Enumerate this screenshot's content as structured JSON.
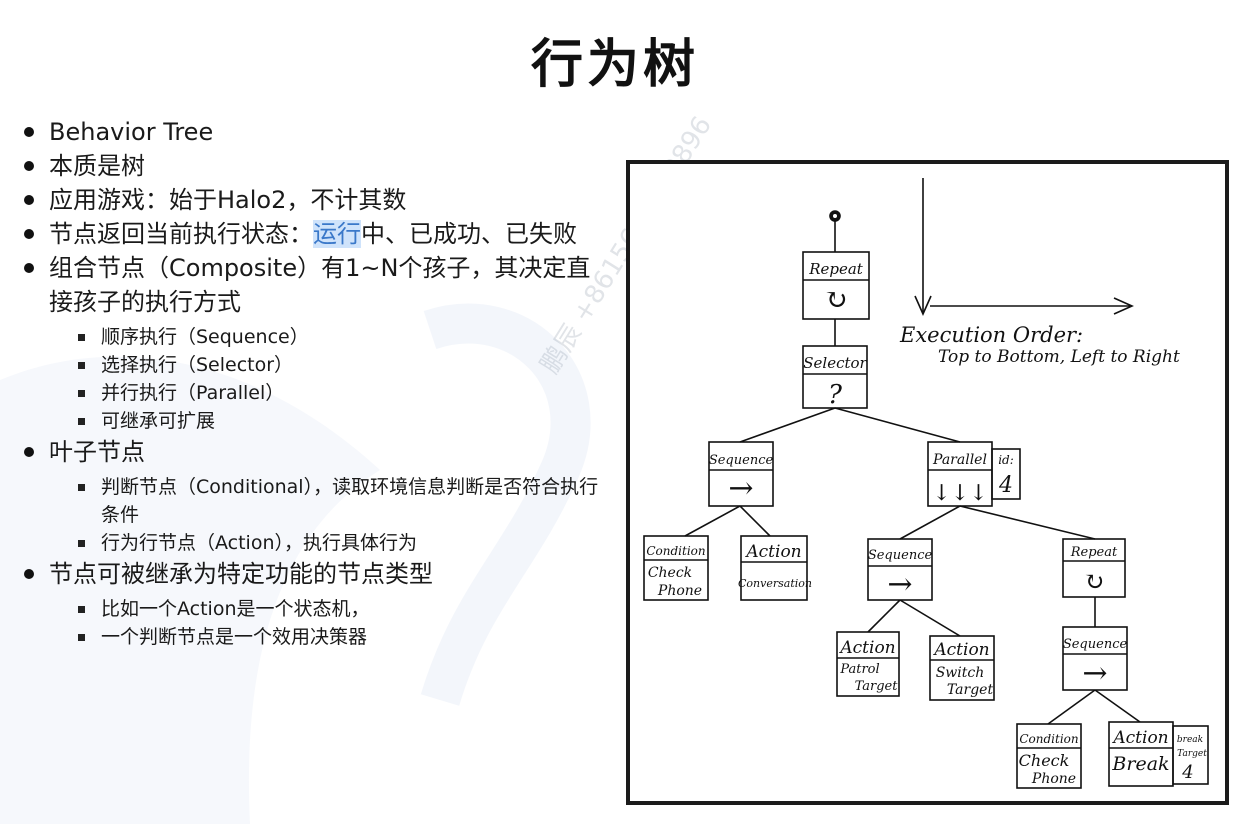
{
  "title": "行为树",
  "bullets": {
    "b1": "Behavior Tree",
    "b2": "本质是树",
    "b3": "应用游戏：始于Halo2，不计其数",
    "b4": {
      "pre": "节点返回当前执行状态：",
      "highlight": "运行",
      "post": "中、已成功、已失败"
    },
    "b5": "组合节点（Composite）有1~N个孩子，其决定直接孩子的执行方式",
    "b5_sub": [
      "顺序执行（Sequence）",
      "选择执行（Selector）",
      "并行执行（Parallel）",
      "可继承可扩展"
    ],
    "b6": "叶子节点",
    "b6_sub": [
      "判断节点（Conditional），读取环境信息判断是否符合执行条件",
      "行为行节点（Action），执行具体行为"
    ],
    "b7": "节点可被继承为特定功能的节点类型",
    "b7_sub": [
      "比如一个Action是一个状态机，",
      "一个判断节点是一个效用决策器"
    ]
  },
  "watermark": "鹏辰 +8615635718896",
  "diagram": {
    "exec_order_title": "Execution Order:",
    "exec_order_desc": "Top to Bottom, Left to Right",
    "repeat_top": {
      "title": "Repeat",
      "symbol": "↻"
    },
    "selector": {
      "title": "Selector",
      "symbol": "?"
    },
    "sequence_left": {
      "title": "Sequence",
      "symbol": "→"
    },
    "parallel": {
      "title": "Parallel",
      "symbol": "↓↓↓",
      "tag_label": "id:",
      "tag_value": "4"
    },
    "condition_left": {
      "title": "Condition",
      "line1": "Check",
      "line2": "Phone"
    },
    "action_conversation": {
      "title": "Action",
      "line1": "Conversation"
    },
    "sequence_mid": {
      "title": "Sequence",
      "symbol": "→"
    },
    "repeat_right": {
      "title": "Repeat",
      "symbol": "↻"
    },
    "action_patrol": {
      "title": "Action",
      "line1": "Patrol",
      "line2": "Target"
    },
    "action_switch": {
      "title": "Action",
      "line1": "Switch",
      "line2": "Target"
    },
    "sequence_right": {
      "title": "Sequence",
      "symbol": "→"
    },
    "condition_right": {
      "title": "Condition",
      "line1": "Check",
      "line2": "Phone"
    },
    "action_break": {
      "title": "Action",
      "line1": "Break",
      "tag_line1": "break",
      "tag_line2": "Target",
      "tag_value": "4"
    }
  }
}
